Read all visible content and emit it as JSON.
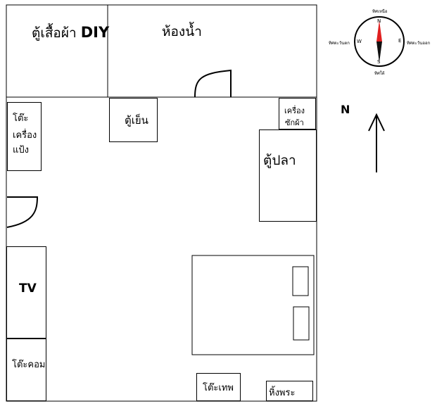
{
  "rooms": {
    "diy_wardrobe": "ตู้เสื้อผ้า",
    "diy_wardrobe_bold": "DIY",
    "bathroom": "ห้องน้ำ"
  },
  "furniture": {
    "ironing_table": [
      "โต๊ะ",
      "เครื่อง",
      "แป้ง"
    ],
    "fridge": "ตู้เย็น",
    "washing_machine": [
      "เครื่อง",
      "ซักผ้า"
    ],
    "aquarium": "ตู้ปลา",
    "tv": "TV",
    "computer_desk": "โต๊ะคอม",
    "tape_desk": "โต๊ะเทพ",
    "shrine_shelf": "หิ้งพระ"
  },
  "north_label": "N",
  "compass": {
    "top": "ทิศเหนือ",
    "bottom": "ทิศใต้",
    "left": "ทิศตะวันตก",
    "right": "ทิศตะวันออก",
    "n": "N",
    "s": "S",
    "w": "W",
    "e": "E",
    "needle_north_color": "#e02020",
    "needle_south_color": "#111111"
  }
}
